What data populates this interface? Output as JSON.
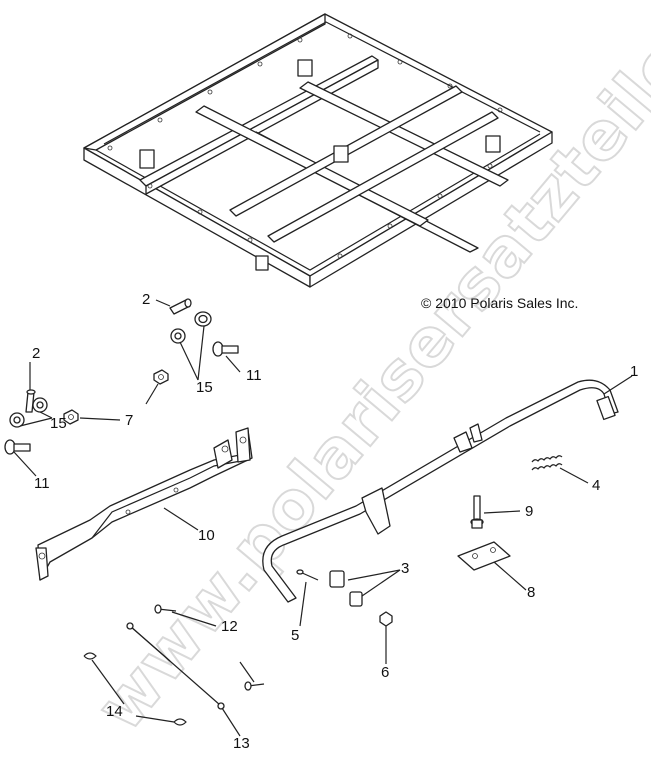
{
  "watermark": "www.polarisersatzteile.de",
  "copyright": "© 2010 Polaris Sales Inc.",
  "callouts": [
    {
      "key": "c2a",
      "text": "2"
    },
    {
      "key": "c15a",
      "text": "15"
    },
    {
      "key": "c11a",
      "text": "11"
    },
    {
      "key": "c2b",
      "text": "2"
    },
    {
      "key": "c7",
      "text": "7"
    },
    {
      "key": "c15b",
      "text": "15"
    },
    {
      "key": "c11b",
      "text": "11"
    },
    {
      "key": "c10",
      "text": "10"
    },
    {
      "key": "c1",
      "text": "1"
    },
    {
      "key": "c4",
      "text": "4"
    },
    {
      "key": "c9",
      "text": "9"
    },
    {
      "key": "c3",
      "text": "3"
    },
    {
      "key": "c8",
      "text": "8"
    },
    {
      "key": "c5",
      "text": "5"
    },
    {
      "key": "c6",
      "text": "6"
    },
    {
      "key": "c12",
      "text": "12"
    },
    {
      "key": "c14",
      "text": "14"
    },
    {
      "key": "c13",
      "text": "13"
    }
  ]
}
